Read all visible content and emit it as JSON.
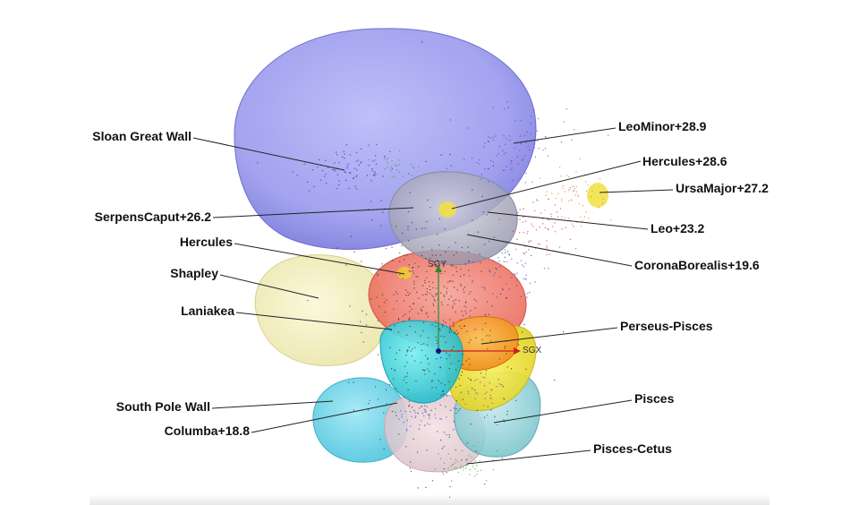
{
  "labels": {
    "sloan_great_wall": "Sloan Great Wall",
    "serpens_caput": "SerpensCaput+26.2",
    "hercules": "Hercules",
    "shapley": "Shapley",
    "laniakea": "Laniakea",
    "south_pole_wall": "South Pole Wall",
    "columba": "Columba+18.8",
    "leo_minor": "LeoMinor+28.9",
    "hercules_286": "Hercules+28.6",
    "ursa_major": "UrsaMajor+27.2",
    "leo": "Leo+23.2",
    "corona_borealis": "CoronaBorealis+19.6",
    "perseus_pisces": "Perseus-Pisces",
    "pisces": "Pisces",
    "pisces_cetus": "Pisces-Cetus"
  },
  "axes": {
    "sgy": "SGY",
    "sgx": "SGX"
  },
  "colors": {
    "sloan_blob": "#8c8cf0",
    "shapley_blob": "#f2eeb0",
    "hercules_blob": "#f07a6a",
    "laniakea_blob": "#3ed0d8",
    "perseus_blob": "#f5a030",
    "pisces_blob": "#7fd0d8",
    "south_pole_blob": "#5ad0e6",
    "center_grey": "#a0a0b0",
    "axis_y": "#2a8a2a",
    "axis_x": "#d02020"
  }
}
